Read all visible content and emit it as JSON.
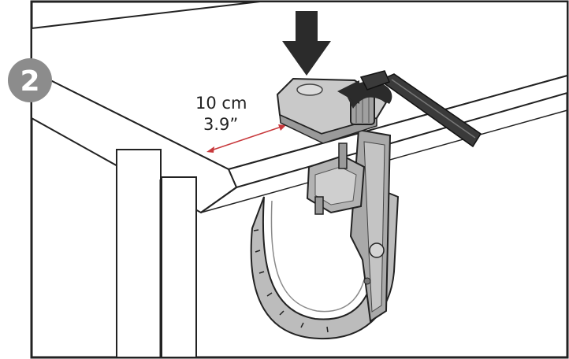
{
  "step": {
    "number": "2"
  },
  "dimension": {
    "metric": "10 cm",
    "imperial": "3.9”"
  },
  "colors": {
    "badge": "#8c8c8c",
    "clamp_light": "#c9c9c9",
    "clamp_mid": "#a9a9a9",
    "clamp_dark": "#8a8a8a",
    "arrow": "#2b2b2b",
    "dimension_line": "#c8393c",
    "outline": "#222222"
  },
  "icons": {
    "press_arrow": "down-arrow-icon",
    "rotate_arrow": "rotate-arrow-icon",
    "tool": "hex-key-icon"
  }
}
